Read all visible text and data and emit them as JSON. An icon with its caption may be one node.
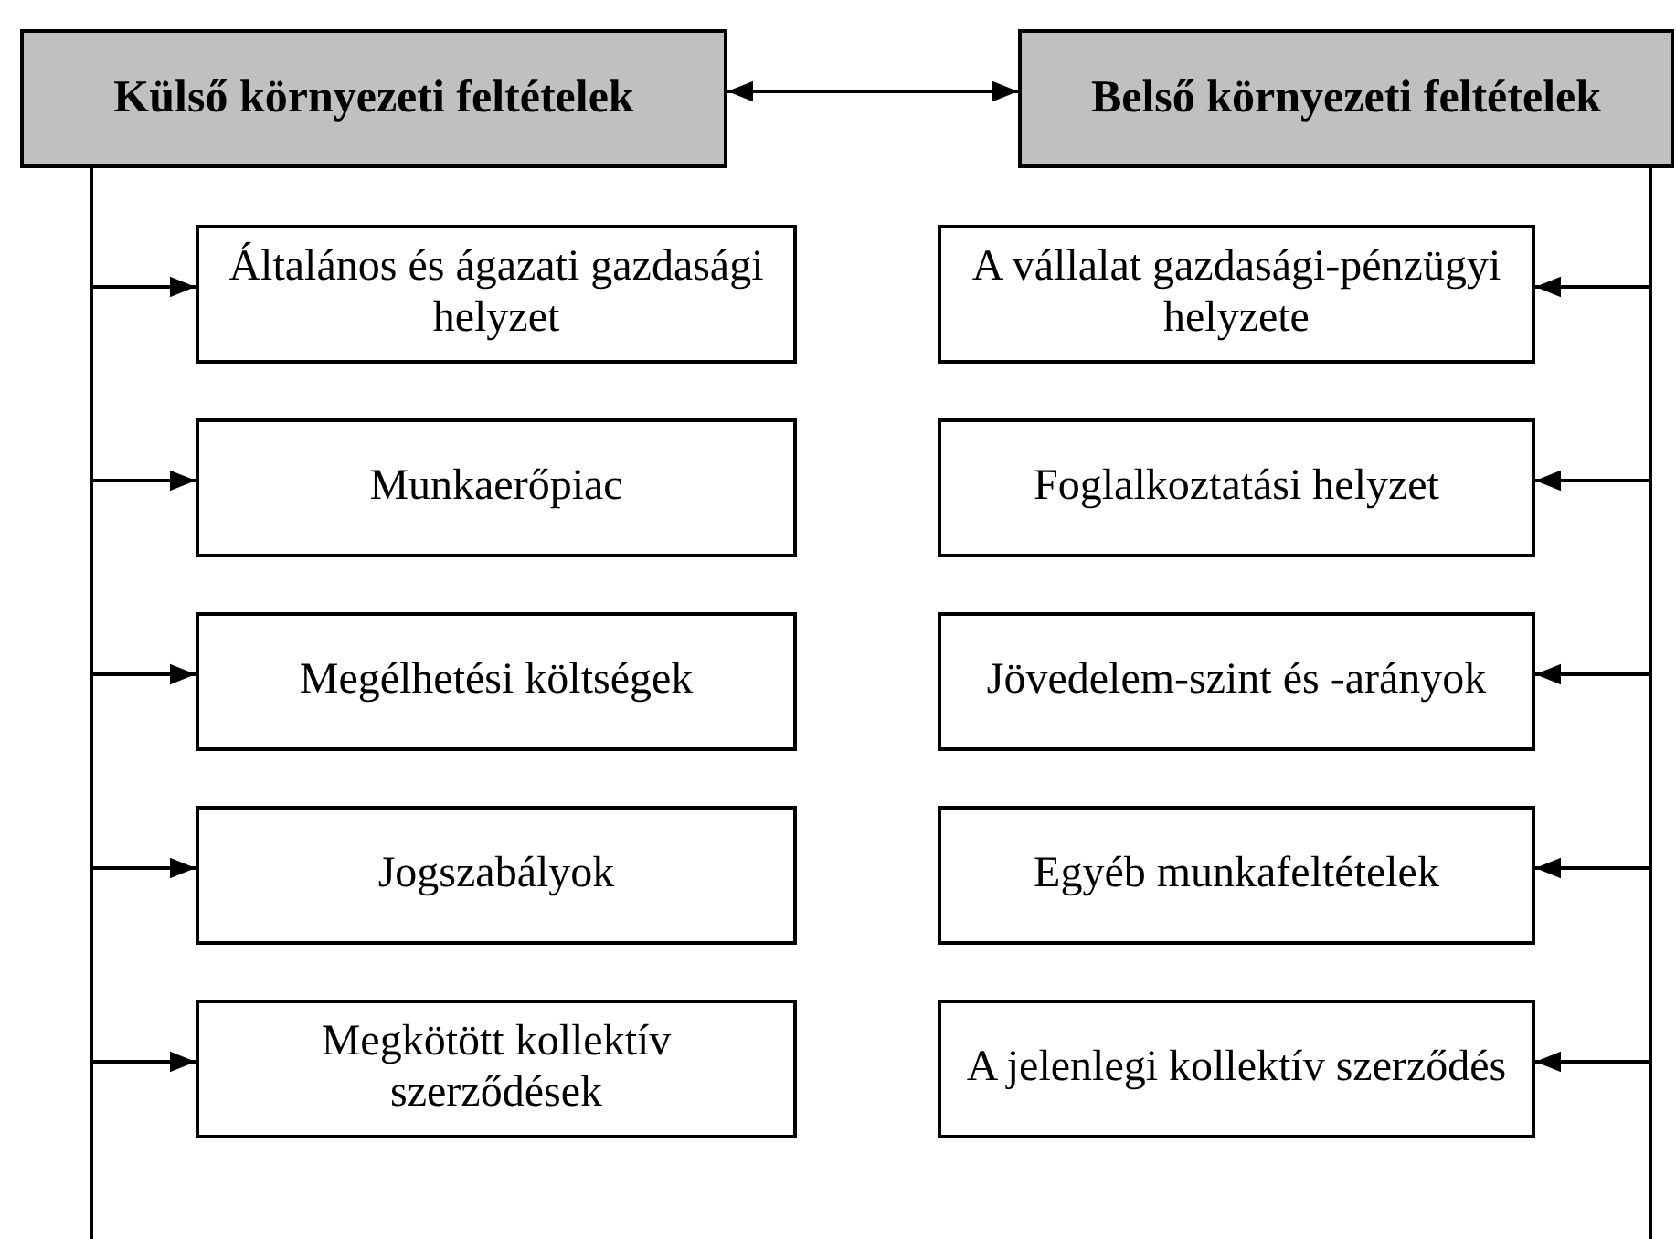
{
  "diagram": {
    "nodes": [
      {
        "text": [
          "Külső környezeti feltételek"
        ]
      },
      {
        "text": [
          "Belső környezeti feltételek"
        ]
      },
      {
        "text": [
          "Általános és ágazati gazdasági helyzet"
        ]
      },
      {
        "text": [
          "Munkaerőpiac"
        ]
      },
      {
        "text": [
          "Megélhetési költségek"
        ]
      },
      {
        "text": [
          "Jogszabályok"
        ]
      },
      {
        "text": [
          "Megkötött kollektív szerződések"
        ]
      },
      {
        "text": [
          "A vállalat gazdasági-pénzügyi helyzete"
        ]
      },
      {
        "text": [
          "Foglalkoztatási helyzet"
        ]
      },
      {
        "text": [
          "Jövedelem-szint és -arányok"
        ]
      },
      {
        "text": [
          "Egyéb munkafeltételek"
        ]
      },
      {
        "text": [
          "A jelenlegi kollektív szerződés"
        ]
      }
    ],
    "edges": [
      {
        "from": 0,
        "to": 1,
        "arrow": "both"
      },
      {
        "from": 0,
        "to": 2,
        "arrow": "to"
      },
      {
        "from": 0,
        "to": 3,
        "arrow": "to"
      },
      {
        "from": 0,
        "to": 4,
        "arrow": "to"
      },
      {
        "from": 0,
        "to": 5,
        "arrow": "to"
      },
      {
        "from": 0,
        "to": 6,
        "arrow": "to"
      },
      {
        "from": 1,
        "to": 7,
        "arrow": "to"
      },
      {
        "from": 1,
        "to": 8,
        "arrow": "to"
      },
      {
        "from": 1,
        "to": 9,
        "arrow": "to"
      },
      {
        "from": 1,
        "to": 10,
        "arrow": "to"
      },
      {
        "from": 1,
        "to": 11,
        "arrow": "to"
      }
    ]
  }
}
